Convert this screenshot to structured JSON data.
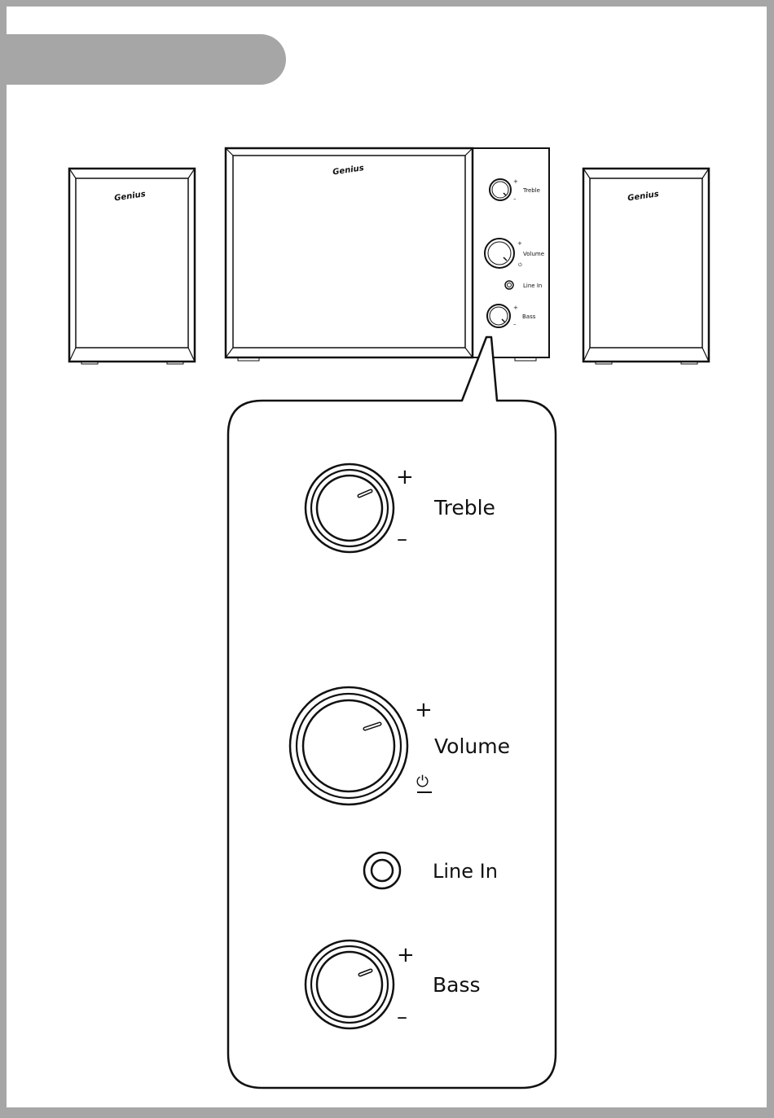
{
  "brand": "Genius",
  "controls": {
    "treble": "Treble",
    "volume": "Volume",
    "line_in": "Line In",
    "bass": "Bass",
    "plus": "+",
    "minus": "–",
    "power_symbol": "⏻"
  }
}
